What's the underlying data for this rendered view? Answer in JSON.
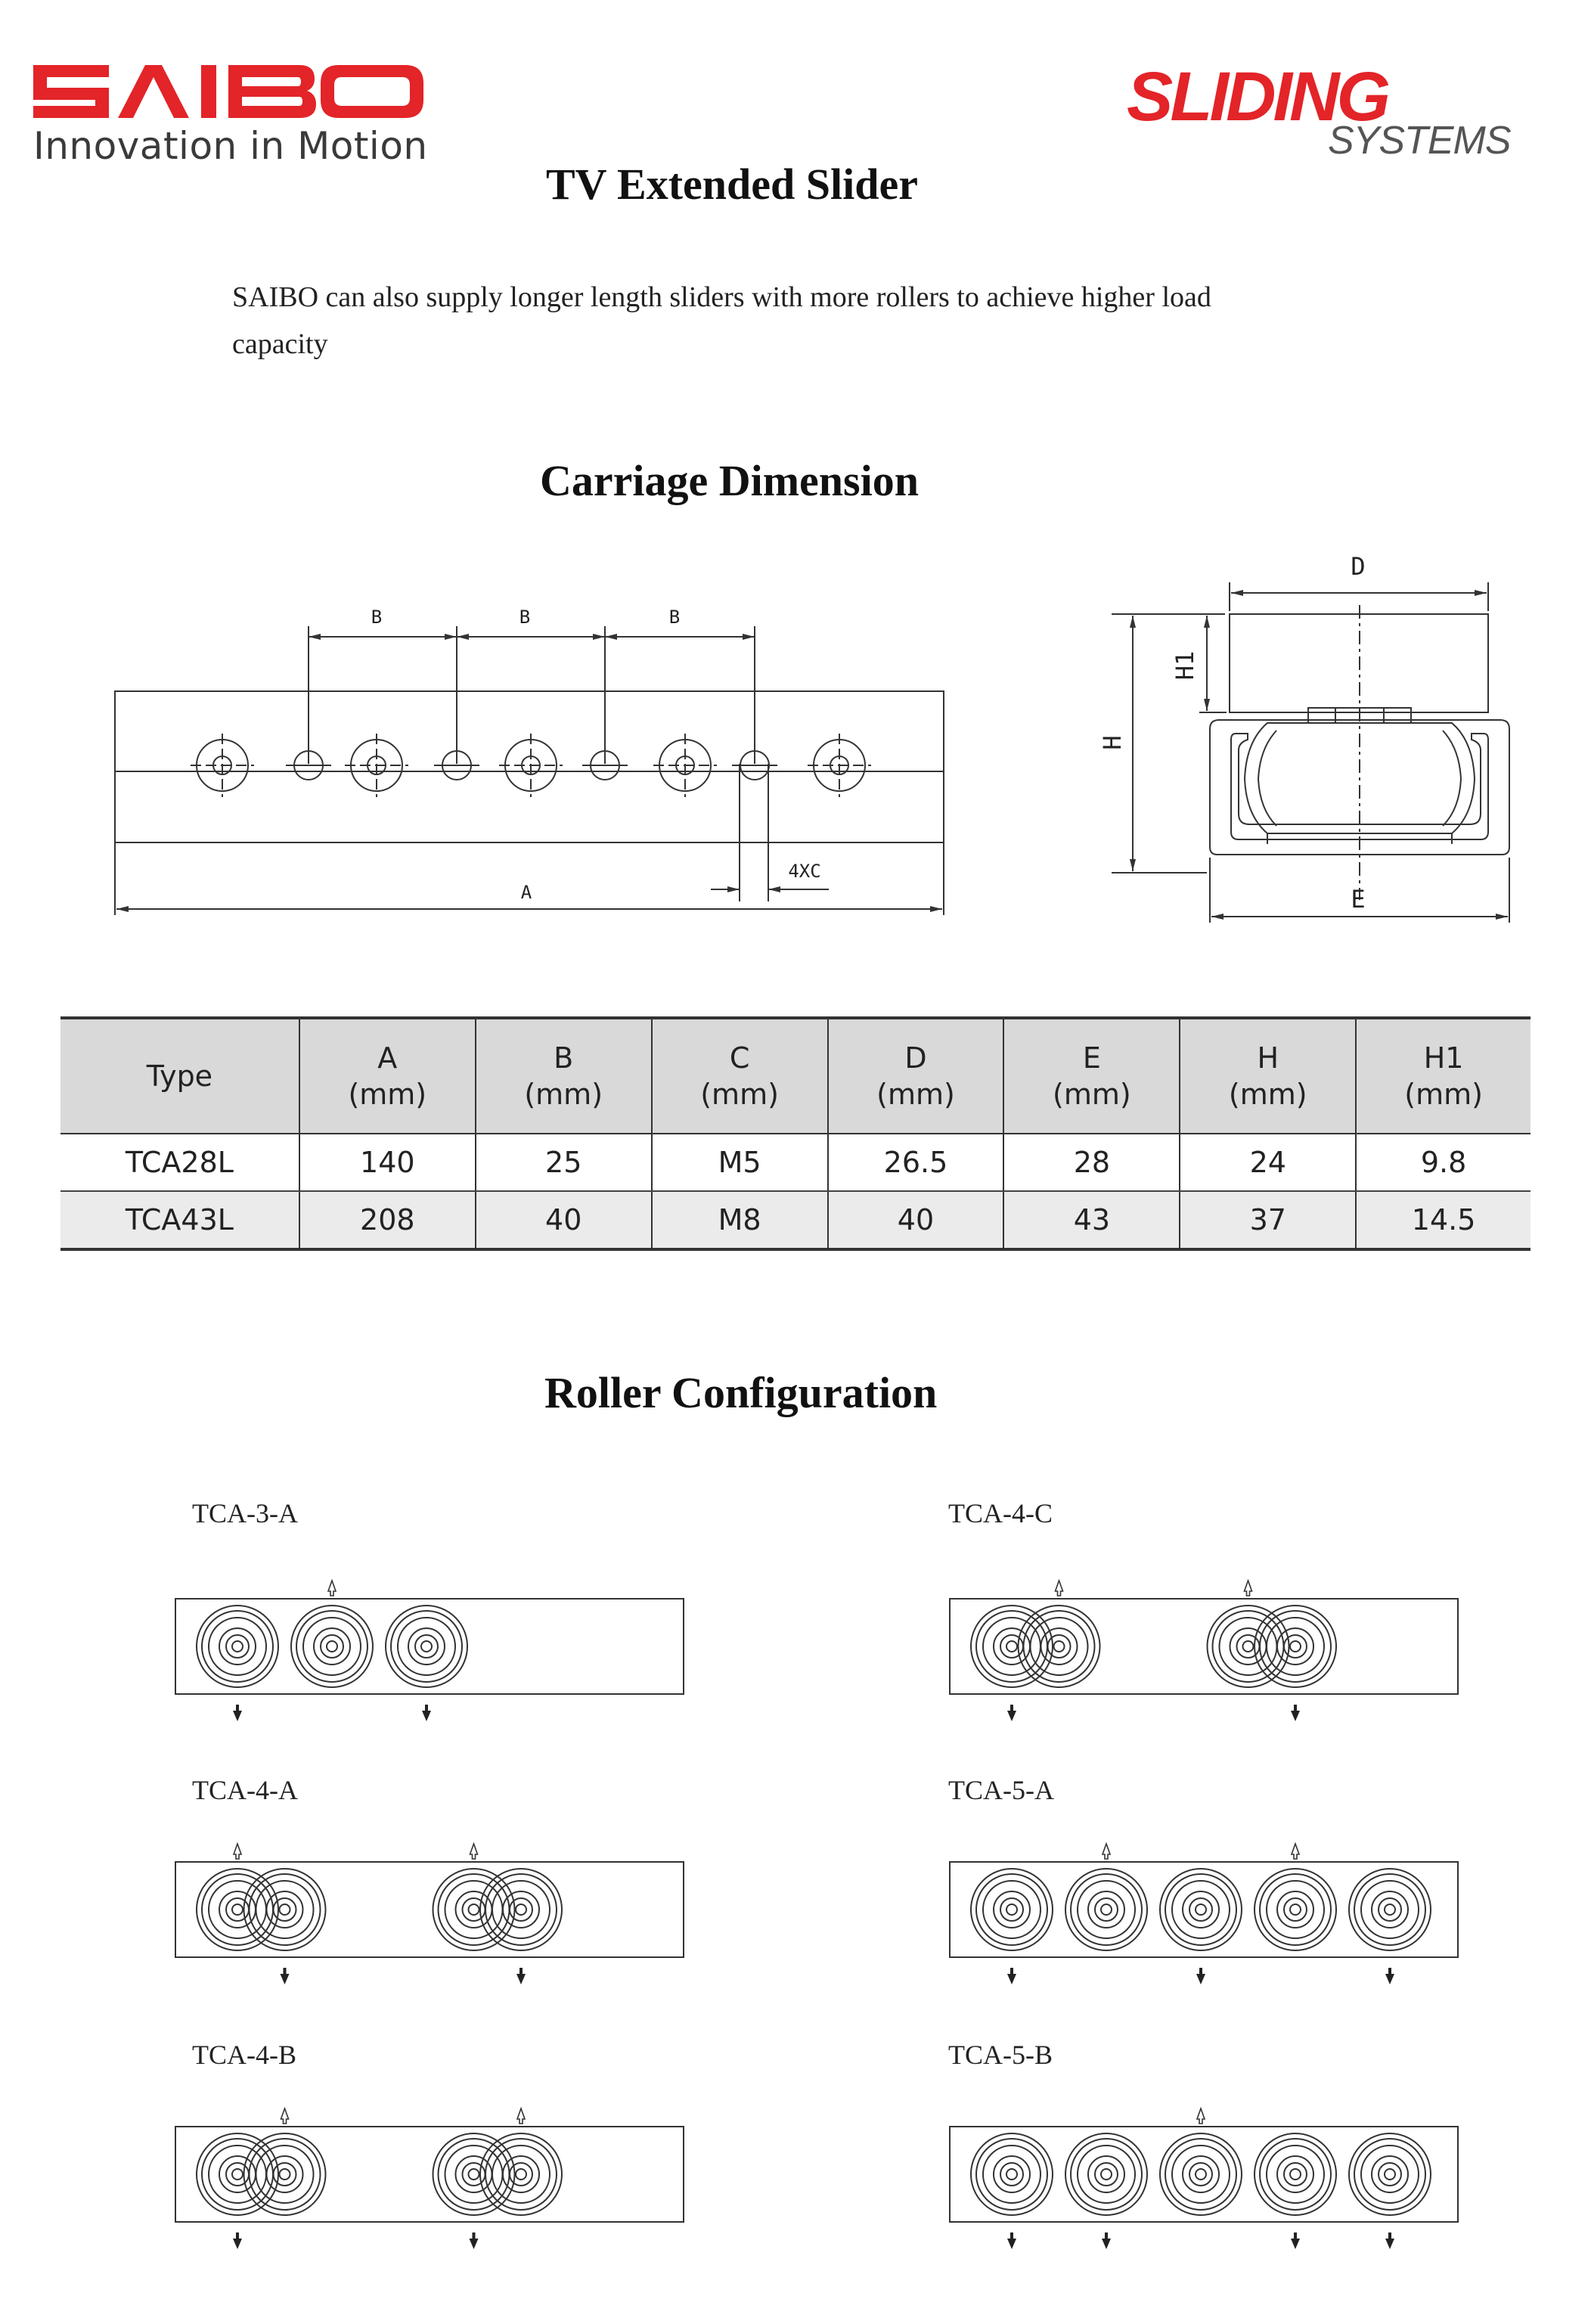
{
  "header": {
    "brand_logo": "SAIBO",
    "tagline": "Innovation in Motion",
    "partner_logo_main": "SLIDING",
    "partner_logo_sub": "SYSTEMS",
    "brand_color": "#e32428"
  },
  "title": "TV Extended Slider",
  "intro_text": "SAIBO can also supply longer length sliders with more rollers to achieve higher load capacity",
  "carriage_section": {
    "title": "Carriage Dimension",
    "labels": {
      "a": "A",
      "b": "B",
      "c": "4XC",
      "d": "D",
      "e": "E",
      "h": "H",
      "h1": "H1"
    }
  },
  "spec_table": {
    "headers": [
      {
        "name": "Type",
        "unit": ""
      },
      {
        "name": "A",
        "unit": "(mm)"
      },
      {
        "name": "B",
        "unit": "(mm)"
      },
      {
        "name": "C",
        "unit": "(mm)"
      },
      {
        "name": "D",
        "unit": "(mm)"
      },
      {
        "name": "E",
        "unit": "(mm)"
      },
      {
        "name": "H",
        "unit": "(mm)"
      },
      {
        "name": "H1",
        "unit": "(mm)"
      }
    ],
    "rows": [
      [
        "TCA28L",
        "140",
        "25",
        "M5",
        "26.5",
        "28",
        "24",
        "9.8"
      ],
      [
        "TCA43L",
        "208",
        "40",
        "M8",
        "40",
        "43",
        "37",
        "14.5"
      ]
    ]
  },
  "roller_section": {
    "title": "Roller Configuration",
    "configs": [
      {
        "label": "TCA-3-A",
        "rollers": [
          0,
          1,
          2
        ],
        "up": [
          1
        ],
        "down": [
          0,
          2
        ]
      },
      {
        "label": "TCA-4-C",
        "rollers": [
          0,
          0.5,
          2.5,
          3
        ],
        "up": [
          1,
          2
        ],
        "down": [
          0,
          3
        ]
      },
      {
        "label": "TCA-4-A",
        "rollers": [
          0,
          0.5,
          2.5,
          3
        ],
        "up": [
          0,
          2
        ],
        "down": [
          1,
          3
        ]
      },
      {
        "label": "TCA-5-A",
        "rollers": [
          0,
          1,
          2,
          3,
          4
        ],
        "up": [
          1,
          3
        ],
        "down": [
          0,
          2,
          4
        ]
      },
      {
        "label": "TCA-4-B",
        "rollers": [
          0,
          0.5,
          2.5,
          3
        ],
        "up": [
          1,
          3
        ],
        "down": [
          0,
          2
        ]
      },
      {
        "label": "TCA-5-B",
        "rollers": [
          0,
          1,
          2,
          3,
          4
        ],
        "up": [
          2
        ],
        "down": [
          0,
          1,
          3,
          4
        ]
      }
    ]
  }
}
